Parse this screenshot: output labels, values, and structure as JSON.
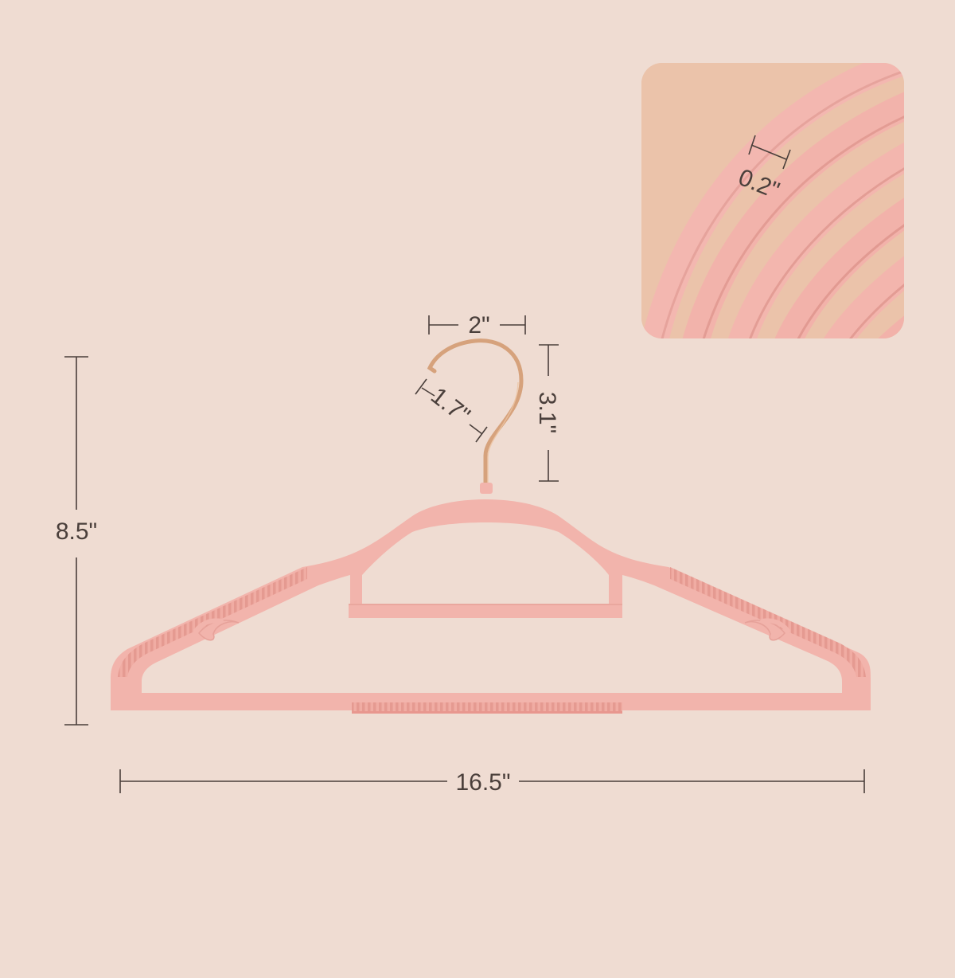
{
  "dimensions": {
    "width": "16.5\"",
    "height": "8.5\"",
    "hook_width": "2\"",
    "hook_height": "3.1\"",
    "hook_opening": "1.7\"",
    "thickness": "0.2\""
  },
  "colors": {
    "background": "#efdcd2",
    "hanger": "#f2b5ad",
    "hanger_shade": "#e89d95",
    "hook": "#d9a77f",
    "inset_bg": "#e9c3ad",
    "text": "#4a3f3b"
  },
  "icons": {
    "hanger": "clothes-hanger-icon",
    "hook": "rose-gold-hook-icon"
  }
}
